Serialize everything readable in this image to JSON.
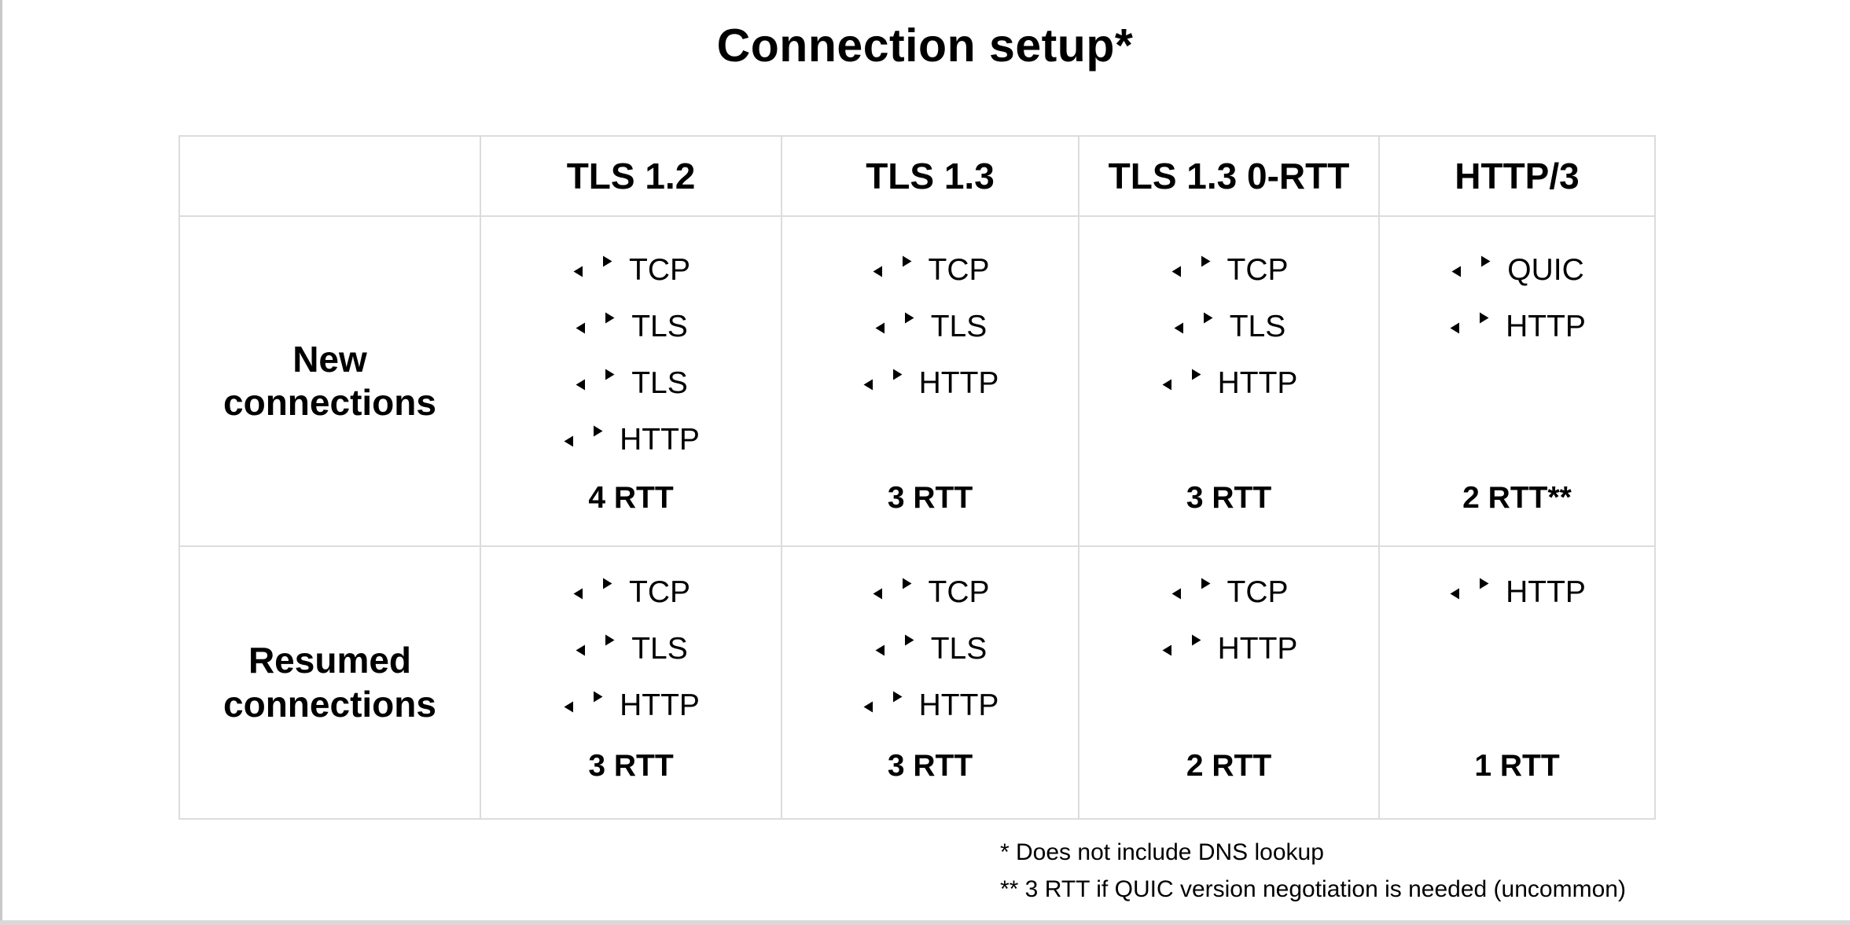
{
  "title": "Connection setup*",
  "table": {
    "column_headers": [
      "",
      "TLS 1.2",
      "TLS 1.3",
      "TLS 1.3 0-RTT",
      "HTTP/3"
    ],
    "rows": [
      {
        "label": "New\nconnections",
        "cells": [
          {
            "steps": [
              "TCP",
              "TLS",
              "TLS",
              "HTTP"
            ],
            "rtt": "4 RTT"
          },
          {
            "steps": [
              "TCP",
              "TLS",
              "HTTP"
            ],
            "rtt": "3 RTT"
          },
          {
            "steps": [
              "TCP",
              "TLS",
              "HTTP"
            ],
            "rtt": "3 RTT"
          },
          {
            "steps": [
              "QUIC",
              "HTTP"
            ],
            "rtt": "2 RTT**"
          }
        ]
      },
      {
        "label": "Resumed\nconnections",
        "cells": [
          {
            "steps": [
              "TCP",
              "TLS",
              "HTTP"
            ],
            "rtt": "3 RTT"
          },
          {
            "steps": [
              "TCP",
              "TLS",
              "HTTP"
            ],
            "rtt": "3 RTT"
          },
          {
            "steps": [
              "TCP",
              "HTTP"
            ],
            "rtt": "2 RTT"
          },
          {
            "steps": [
              "HTTP"
            ],
            "rtt": "1 RTT"
          }
        ]
      }
    ]
  },
  "footnotes": [
    "* Does not include DNS lookup",
    "** 3 RTT if QUIC version negotiation is needed (uncommon)"
  ],
  "icons": {
    "round_trip_arrows": "⇄"
  },
  "colors": {
    "background": "#ffffff",
    "text": "#000000",
    "table_border": "#dcdcdc",
    "screen_edge": "#c8c8c8",
    "bottom_strip": "#d9d9d9"
  }
}
